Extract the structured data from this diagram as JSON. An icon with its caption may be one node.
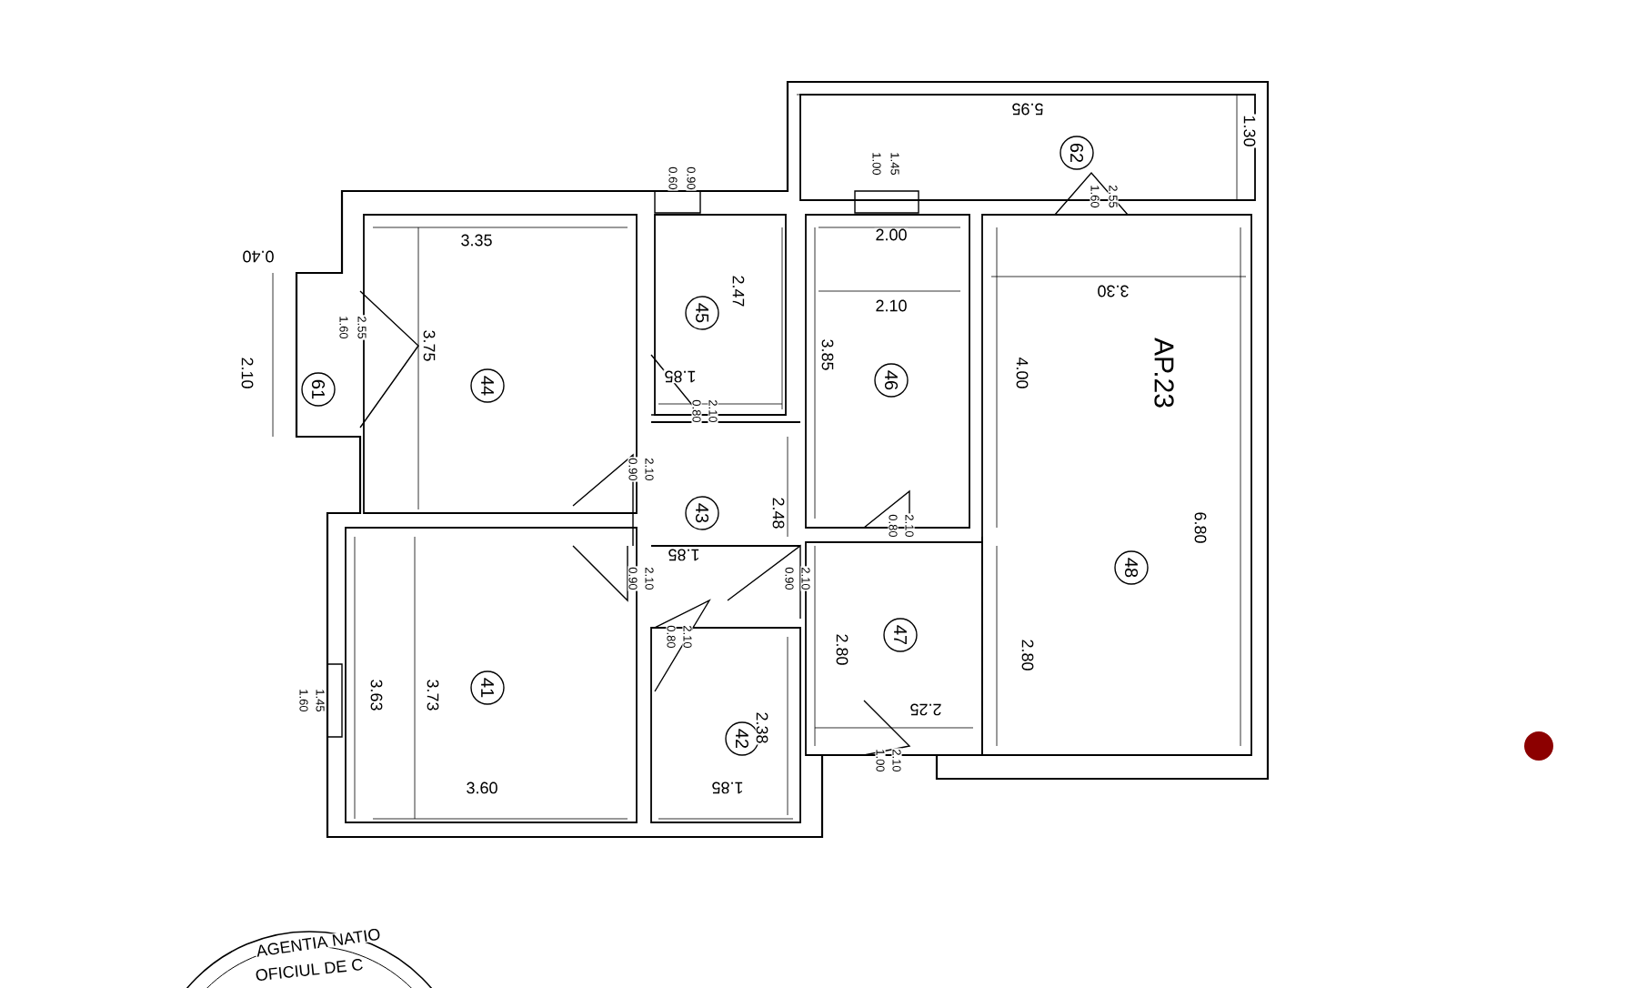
{
  "diagram": {
    "nodes": [
      {
        "text": [
          "62"
        ]
      },
      {
        "text": [
          "45"
        ]
      },
      {
        "text": [
          "46"
        ]
      },
      {
        "text": [
          "61"
        ]
      },
      {
        "text": [
          "44"
        ]
      },
      {
        "text": [
          "43"
        ]
      },
      {
        "text": [
          "48"
        ]
      },
      {
        "text": [
          "47"
        ]
      },
      {
        "text": [
          "41"
        ]
      },
      {
        "text": [
          "42"
        ]
      }
    ],
    "labels": [
      "5.95",
      "1.30",
      "0.60",
      "0.90",
      "1.00",
      "1.45",
      "1.60",
      "2.55",
      "0.40",
      "3.35",
      "2.47",
      "1.60",
      "2.55",
      "2.00",
      "2.10",
      "3.30",
      "2.10",
      "3.75",
      "3.85",
      "4.00",
      "AP.23",
      "6.80",
      "1.85",
      "0.80",
      "2.10",
      "0.90",
      "2.10",
      "2.48",
      "1.85",
      "0.80",
      "2.10",
      "0.90",
      "2.10",
      "0.90",
      "2.10",
      "0.80",
      "2.10",
      "1.60",
      "1.45",
      "3.63",
      "3.73",
      "2.80",
      "2.80",
      "2.38",
      "2.25",
      "1.00",
      "2.10",
      "3.60",
      "1.85",
      "AGENTIA NATIO",
      "OFICIUL DE C"
    ]
  }
}
